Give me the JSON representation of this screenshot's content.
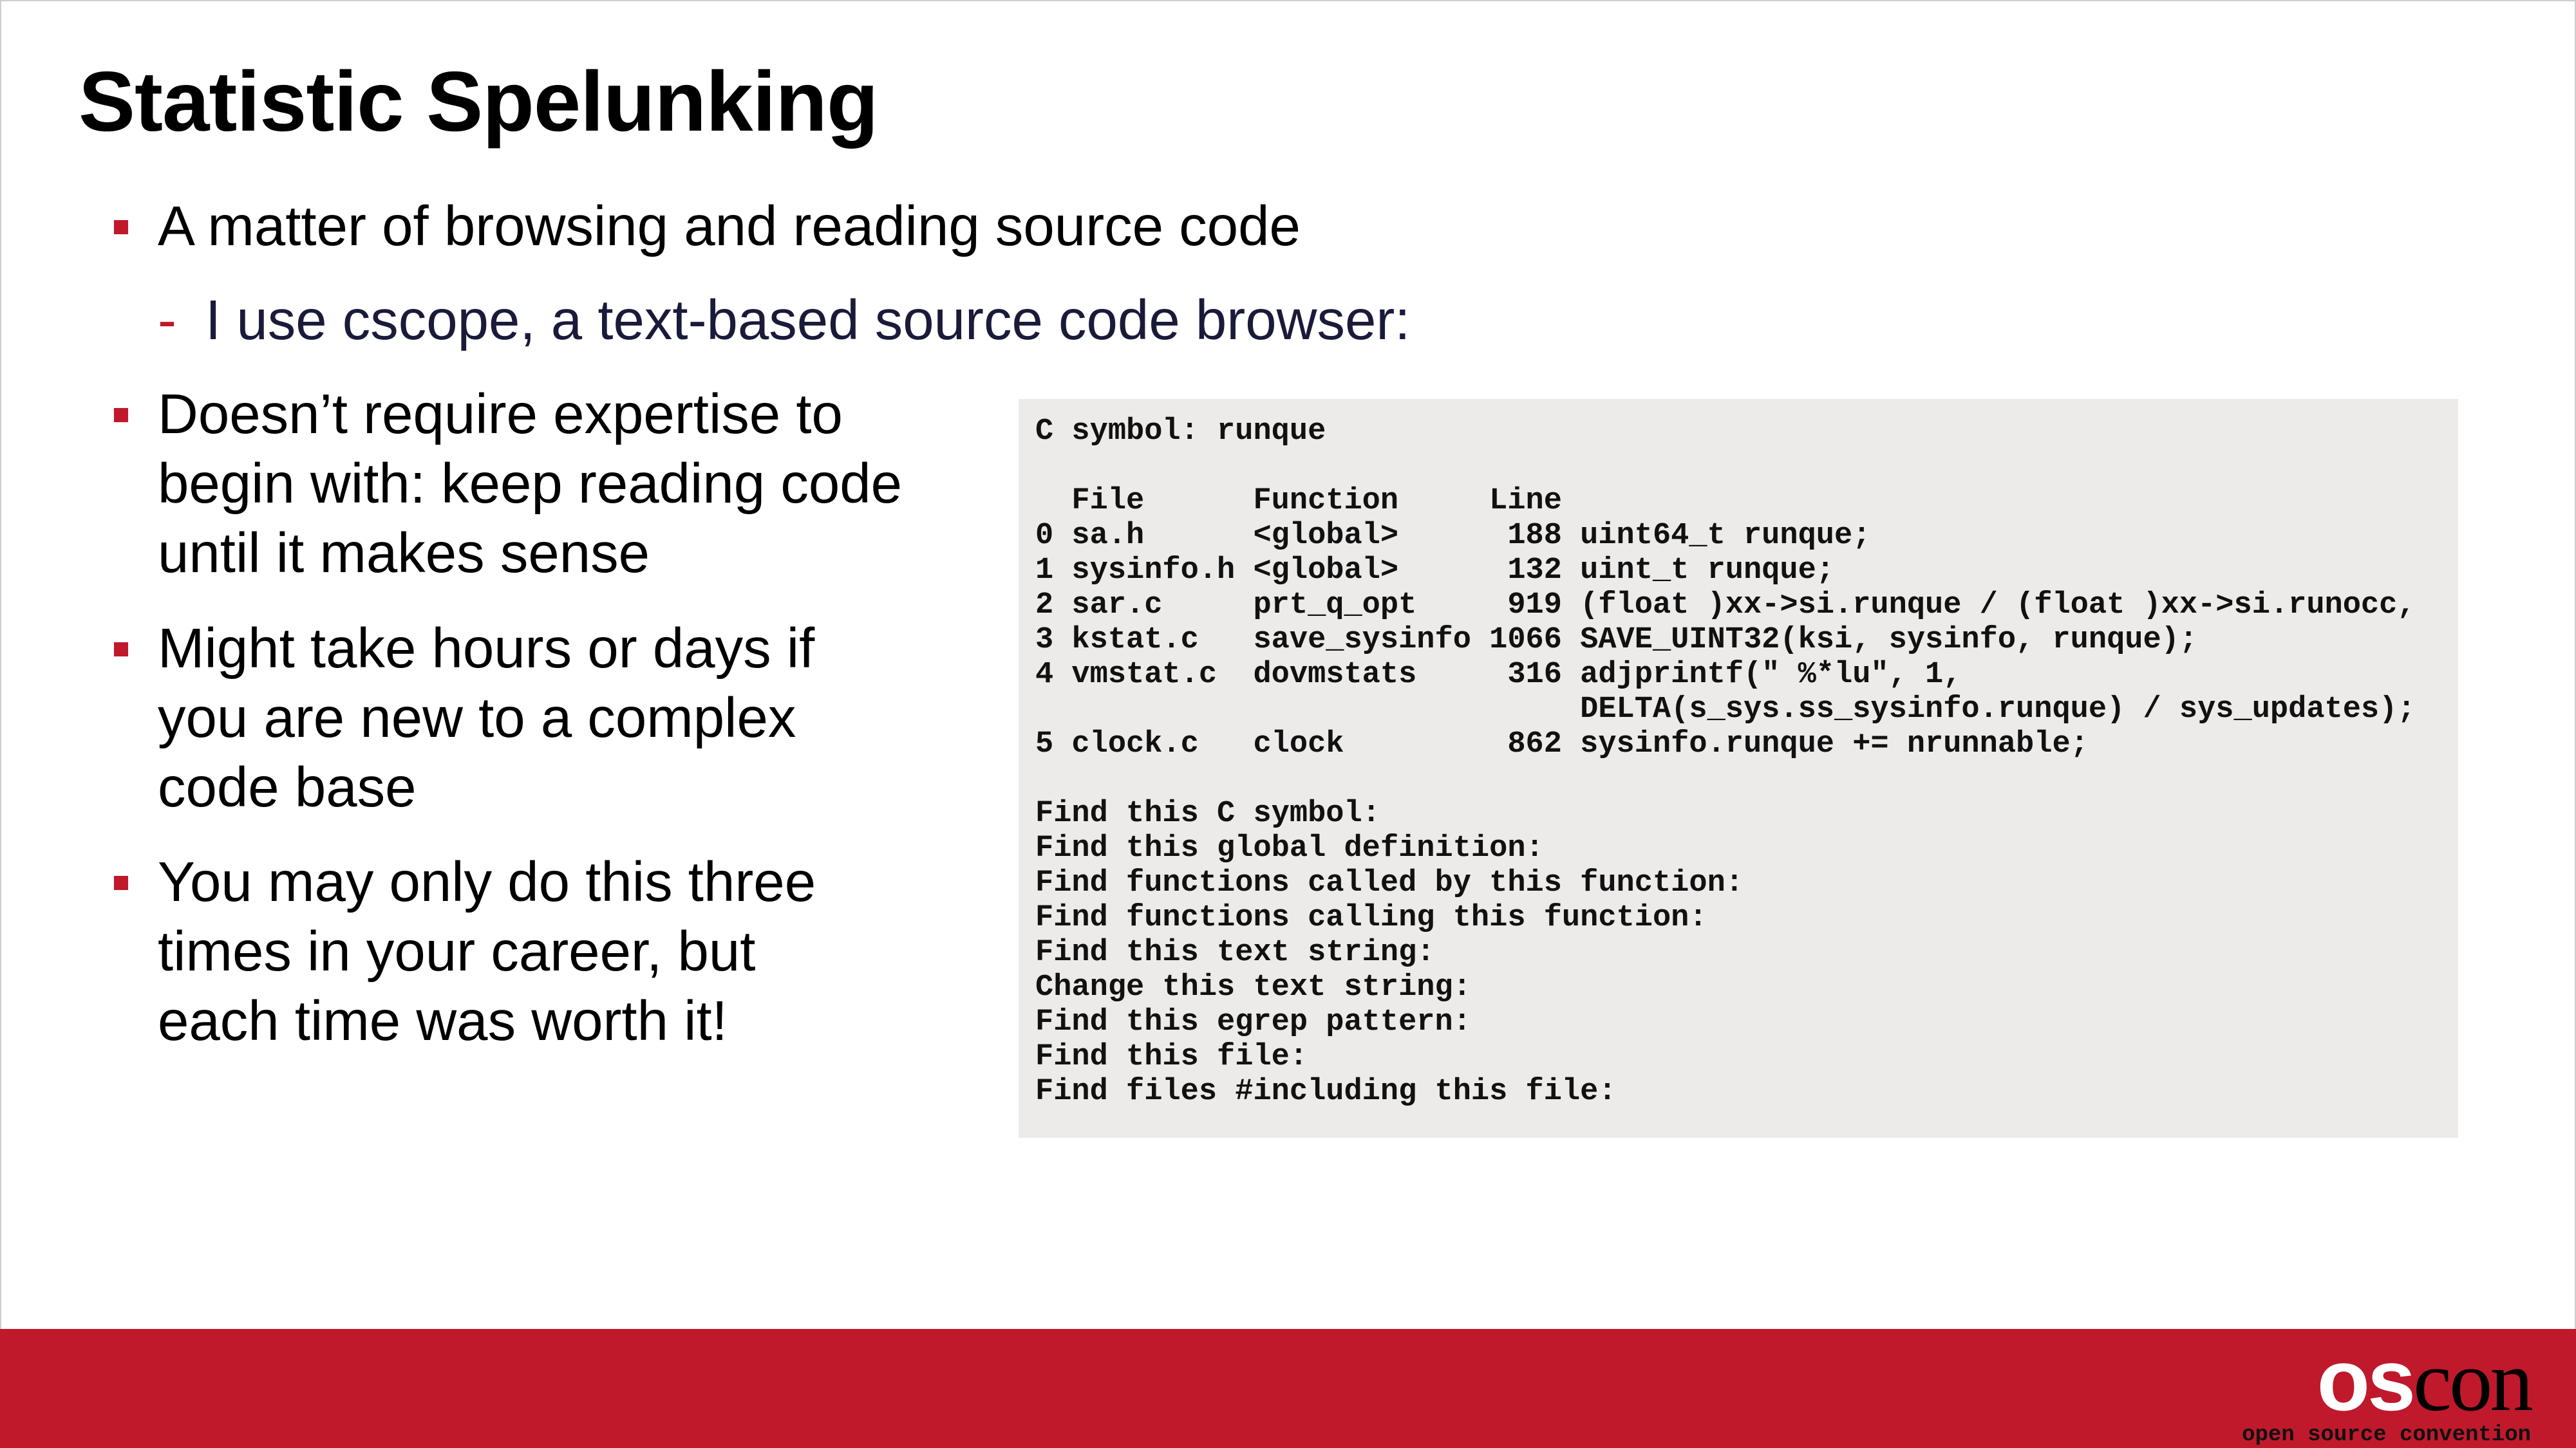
{
  "slide": {
    "title": "Statistic Spelunking",
    "bullets": [
      {
        "text": "A matter of browsing and reading source code",
        "sub": [
          "I use cscope, a text-based source code browser:"
        ]
      },
      {
        "lines": [
          "Doesn’t require expertise to",
          "begin with: keep reading code",
          "until it makes sense"
        ]
      },
      {
        "lines": [
          "Might take hours or days if",
          "you are new to a complex",
          "code base"
        ]
      },
      {
        "lines": [
          "You may only do this three",
          "times in your career, but",
          "each time was worth it!"
        ]
      }
    ],
    "code": "C symbol: runque\n\n  File      Function     Line\n0 sa.h      <global>      188 uint64_t runque;\n1 sysinfo.h <global>      132 uint_t runque;\n2 sar.c     prt_q_opt     919 (float )xx->si.runque / (float )xx->si.runocc,\n3 kstat.c   save_sysinfo 1066 SAVE_UINT32(ksi, sysinfo, runque);\n4 vmstat.c  dovmstats     316 adjprintf(\" %*lu\", 1,\n                              DELTA(s_sys.ss_sysinfo.runque) / sys_updates);\n5 clock.c   clock         862 sysinfo.runque += nrunnable;\n\nFind this C symbol:\nFind this global definition:\nFind functions called by this function:\nFind functions calling this function:\nFind this text string:\nChange this text string:\nFind this egrep pattern:\nFind this file:\nFind files #including this file:"
  },
  "footer": {
    "logo_os": "os",
    "logo_con": "con",
    "logo_tagline": "open source convention",
    "color": "#c0192c"
  }
}
